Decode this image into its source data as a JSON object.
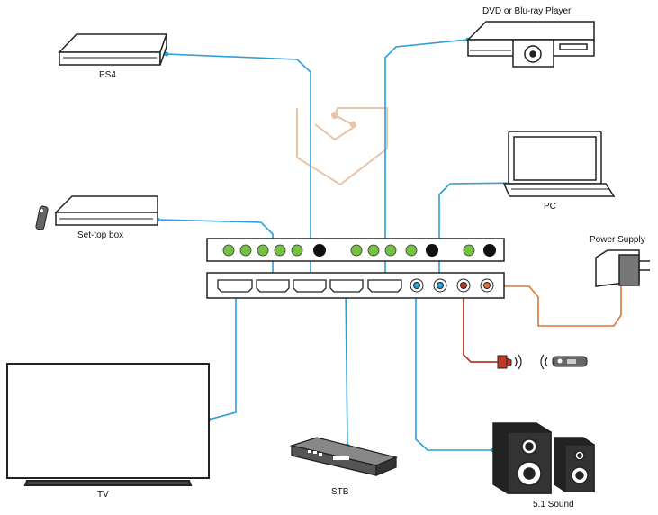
{
  "labels": {
    "ps4": "PS4",
    "dvd": "DVD or Blu-ray Player",
    "pc": "PC",
    "settop": "Set-top box",
    "power": "Power Supply",
    "tv": "TV",
    "stb": "STB",
    "sound": "5.1 Sound"
  },
  "colors": {
    "cable_hdmi": "#2b9fd8",
    "cable_power": "#d9773a",
    "cable_ir": "#b23a2a",
    "led_green": "#76c043",
    "outline": "#222222",
    "watermark": "#e7c6a8"
  },
  "icons": [
    "ps4-console-icon",
    "dvd-player-icon",
    "laptop-icon",
    "set-top-box-icon",
    "remote-icon",
    "power-adapter-icon",
    "tv-icon",
    "network-switch-icon",
    "speaker-icon",
    "ir-emitter-icon"
  ]
}
